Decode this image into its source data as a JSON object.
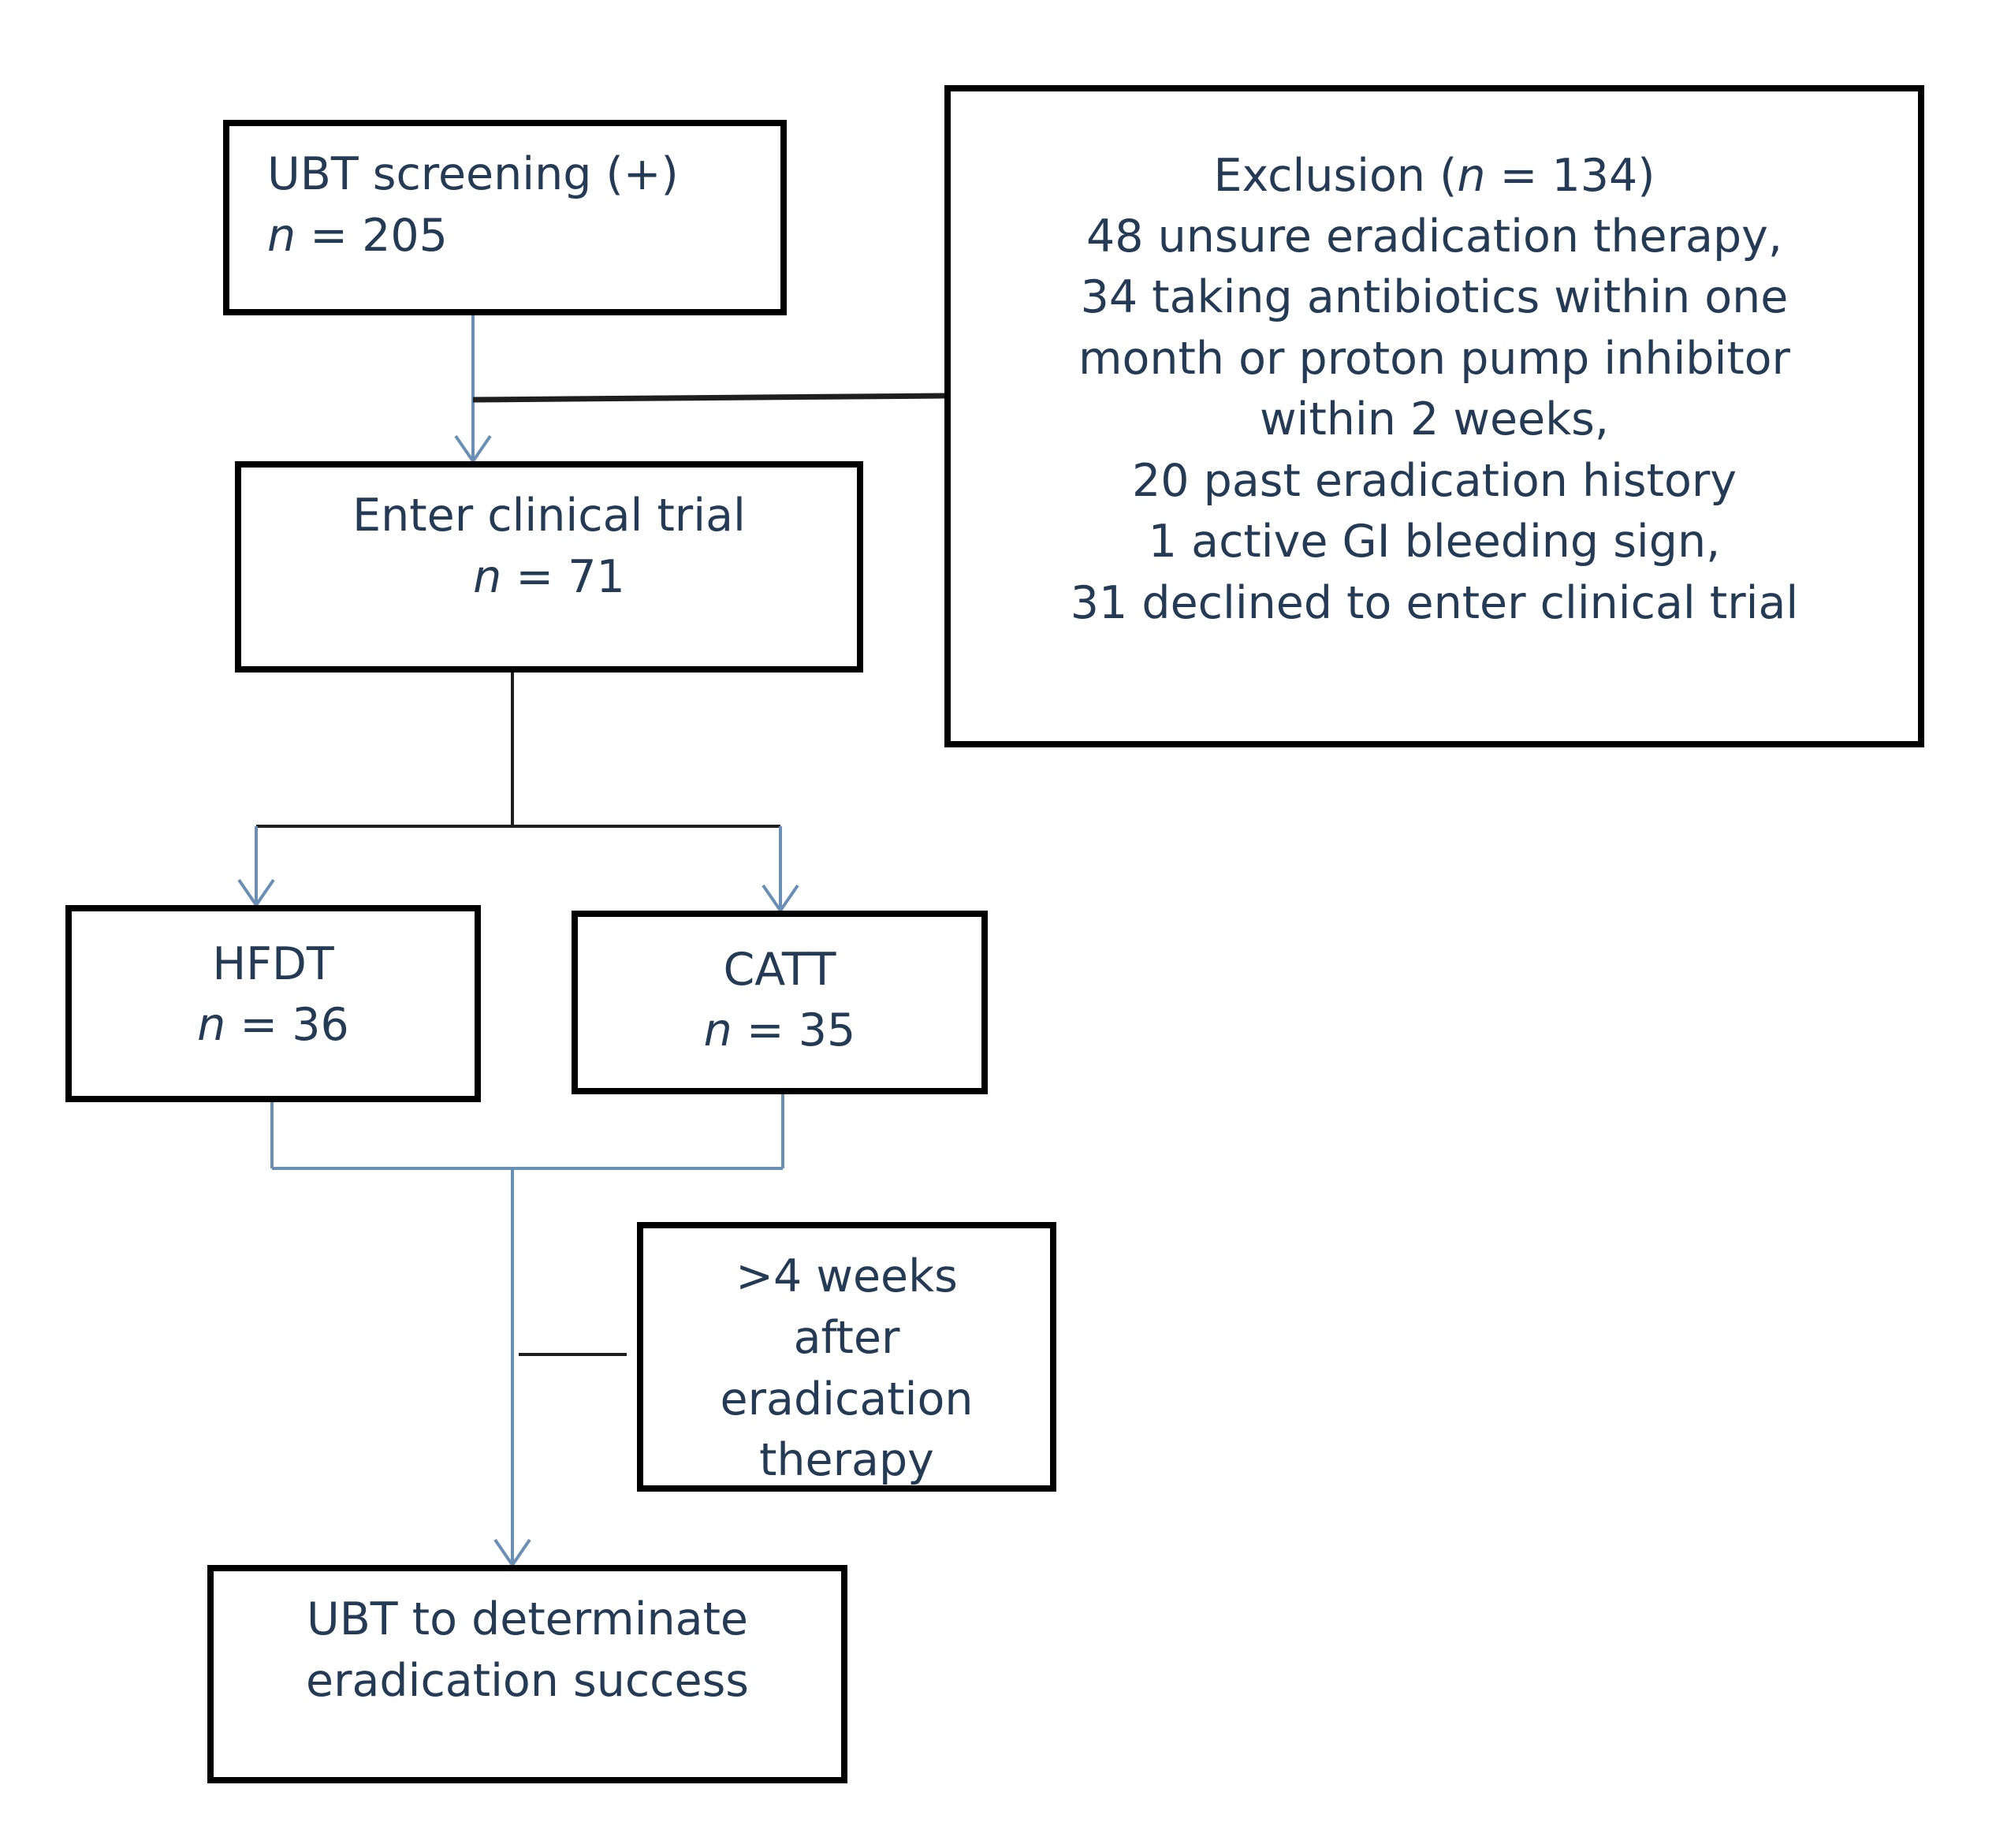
{
  "screening": {
    "title": "UBT screening (+)",
    "n_symbol": "n",
    "n_rest": " = 205"
  },
  "exclusion": {
    "title_pre": "Exclusion (",
    "n_symbol": "n",
    "title_post": " = 134)",
    "lines": [
      "48 unsure eradication therapy,",
      "34 taking antibiotics within one",
      "month  or proton pump  inhibitor",
      "within 2 weeks,",
      "20 past eradication history",
      "1 active GI bleeding sign,",
      "31 declined to enter clinical trial"
    ]
  },
  "trial": {
    "title": "Enter clinical trial",
    "n_symbol": "n",
    "n_rest": " = 71"
  },
  "hfdt": {
    "title": "HFDT",
    "n_symbol": "n",
    "n_rest": " = 36"
  },
  "catt": {
    "title": "CATT",
    "n_symbol": "n",
    "n_rest": " = 35"
  },
  "wait": {
    "lines": [
      ">4 weeks",
      "after",
      "eradication",
      "therapy"
    ]
  },
  "outcome": {
    "lines": [
      "UBT to determinate",
      "eradication success"
    ]
  },
  "colors": {
    "box_border": "#000000",
    "text": "#243a55",
    "arrow": "#6a8fb7",
    "dark_line": "#1f1f1f"
  }
}
